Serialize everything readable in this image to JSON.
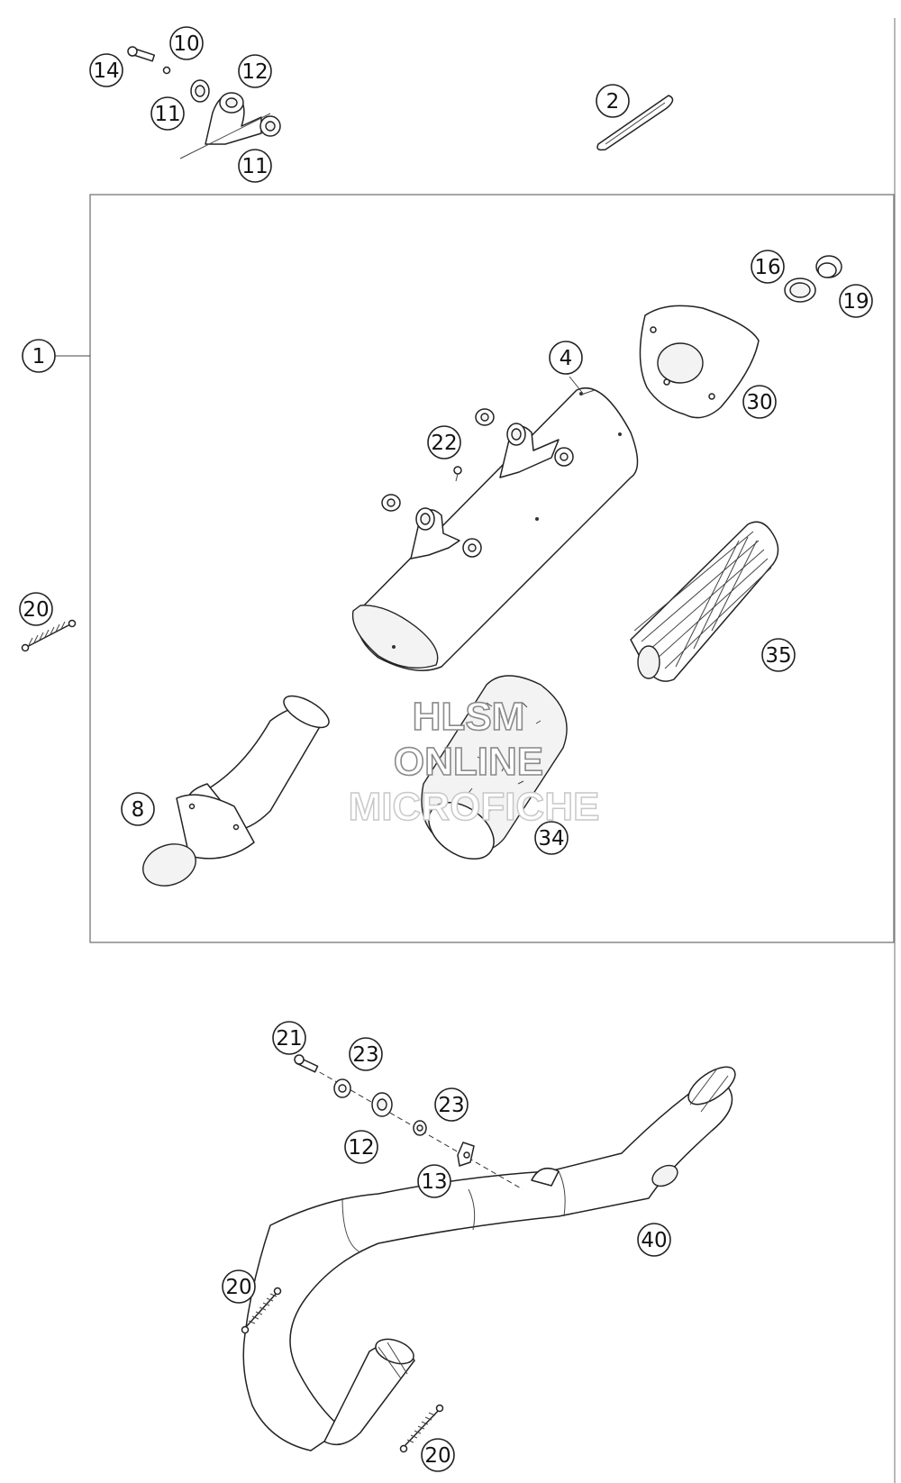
{
  "callouts": {
    "c1": "1",
    "c2": "2",
    "c4": "4",
    "c8": "8",
    "c10": "10",
    "c11a": "11",
    "c11b": "11",
    "c12a": "12",
    "c12b": "12",
    "c13": "13",
    "c14": "14",
    "c16": "16",
    "c19": "19",
    "c20a": "20",
    "c20b": "20",
    "c20c": "20",
    "c21": "21",
    "c22": "22",
    "c23a": "23",
    "c23b": "23",
    "c30": "30",
    "c34": "34",
    "c35": "35",
    "c40": "40"
  },
  "watermark": {
    "line1": "HLSM",
    "line2": "ONLINE",
    "line3": "MICROFICHE"
  }
}
